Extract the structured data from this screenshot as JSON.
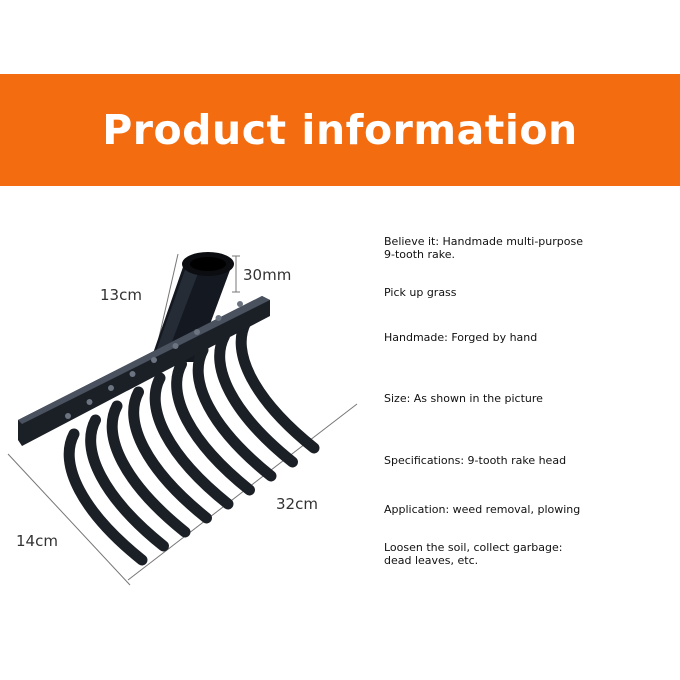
{
  "banner": {
    "title": "Product information",
    "color": "#f36c10"
  },
  "dimensions": {
    "handle_length": "13cm",
    "socket_diameter": "30mm",
    "head_width": "32cm",
    "tooth_length": "14cm"
  },
  "product": {
    "teeth_count": 9,
    "metal_color": "#1b1f26"
  },
  "info_lines": [
    {
      "text": "Believe it: Handmade multi-purpose\n9-tooth rake."
    },
    {
      "text": "Pick up grass"
    },
    {
      "text": "Handmade: Forged by hand"
    },
    {
      "text": "Size: As shown in the picture"
    },
    {
      "text": "Specifications: 9-tooth rake head"
    },
    {
      "text": "Application: weed removal, plowing"
    },
    {
      "text": "Loosen the soil, collect garbage:\ndead leaves, etc."
    }
  ]
}
